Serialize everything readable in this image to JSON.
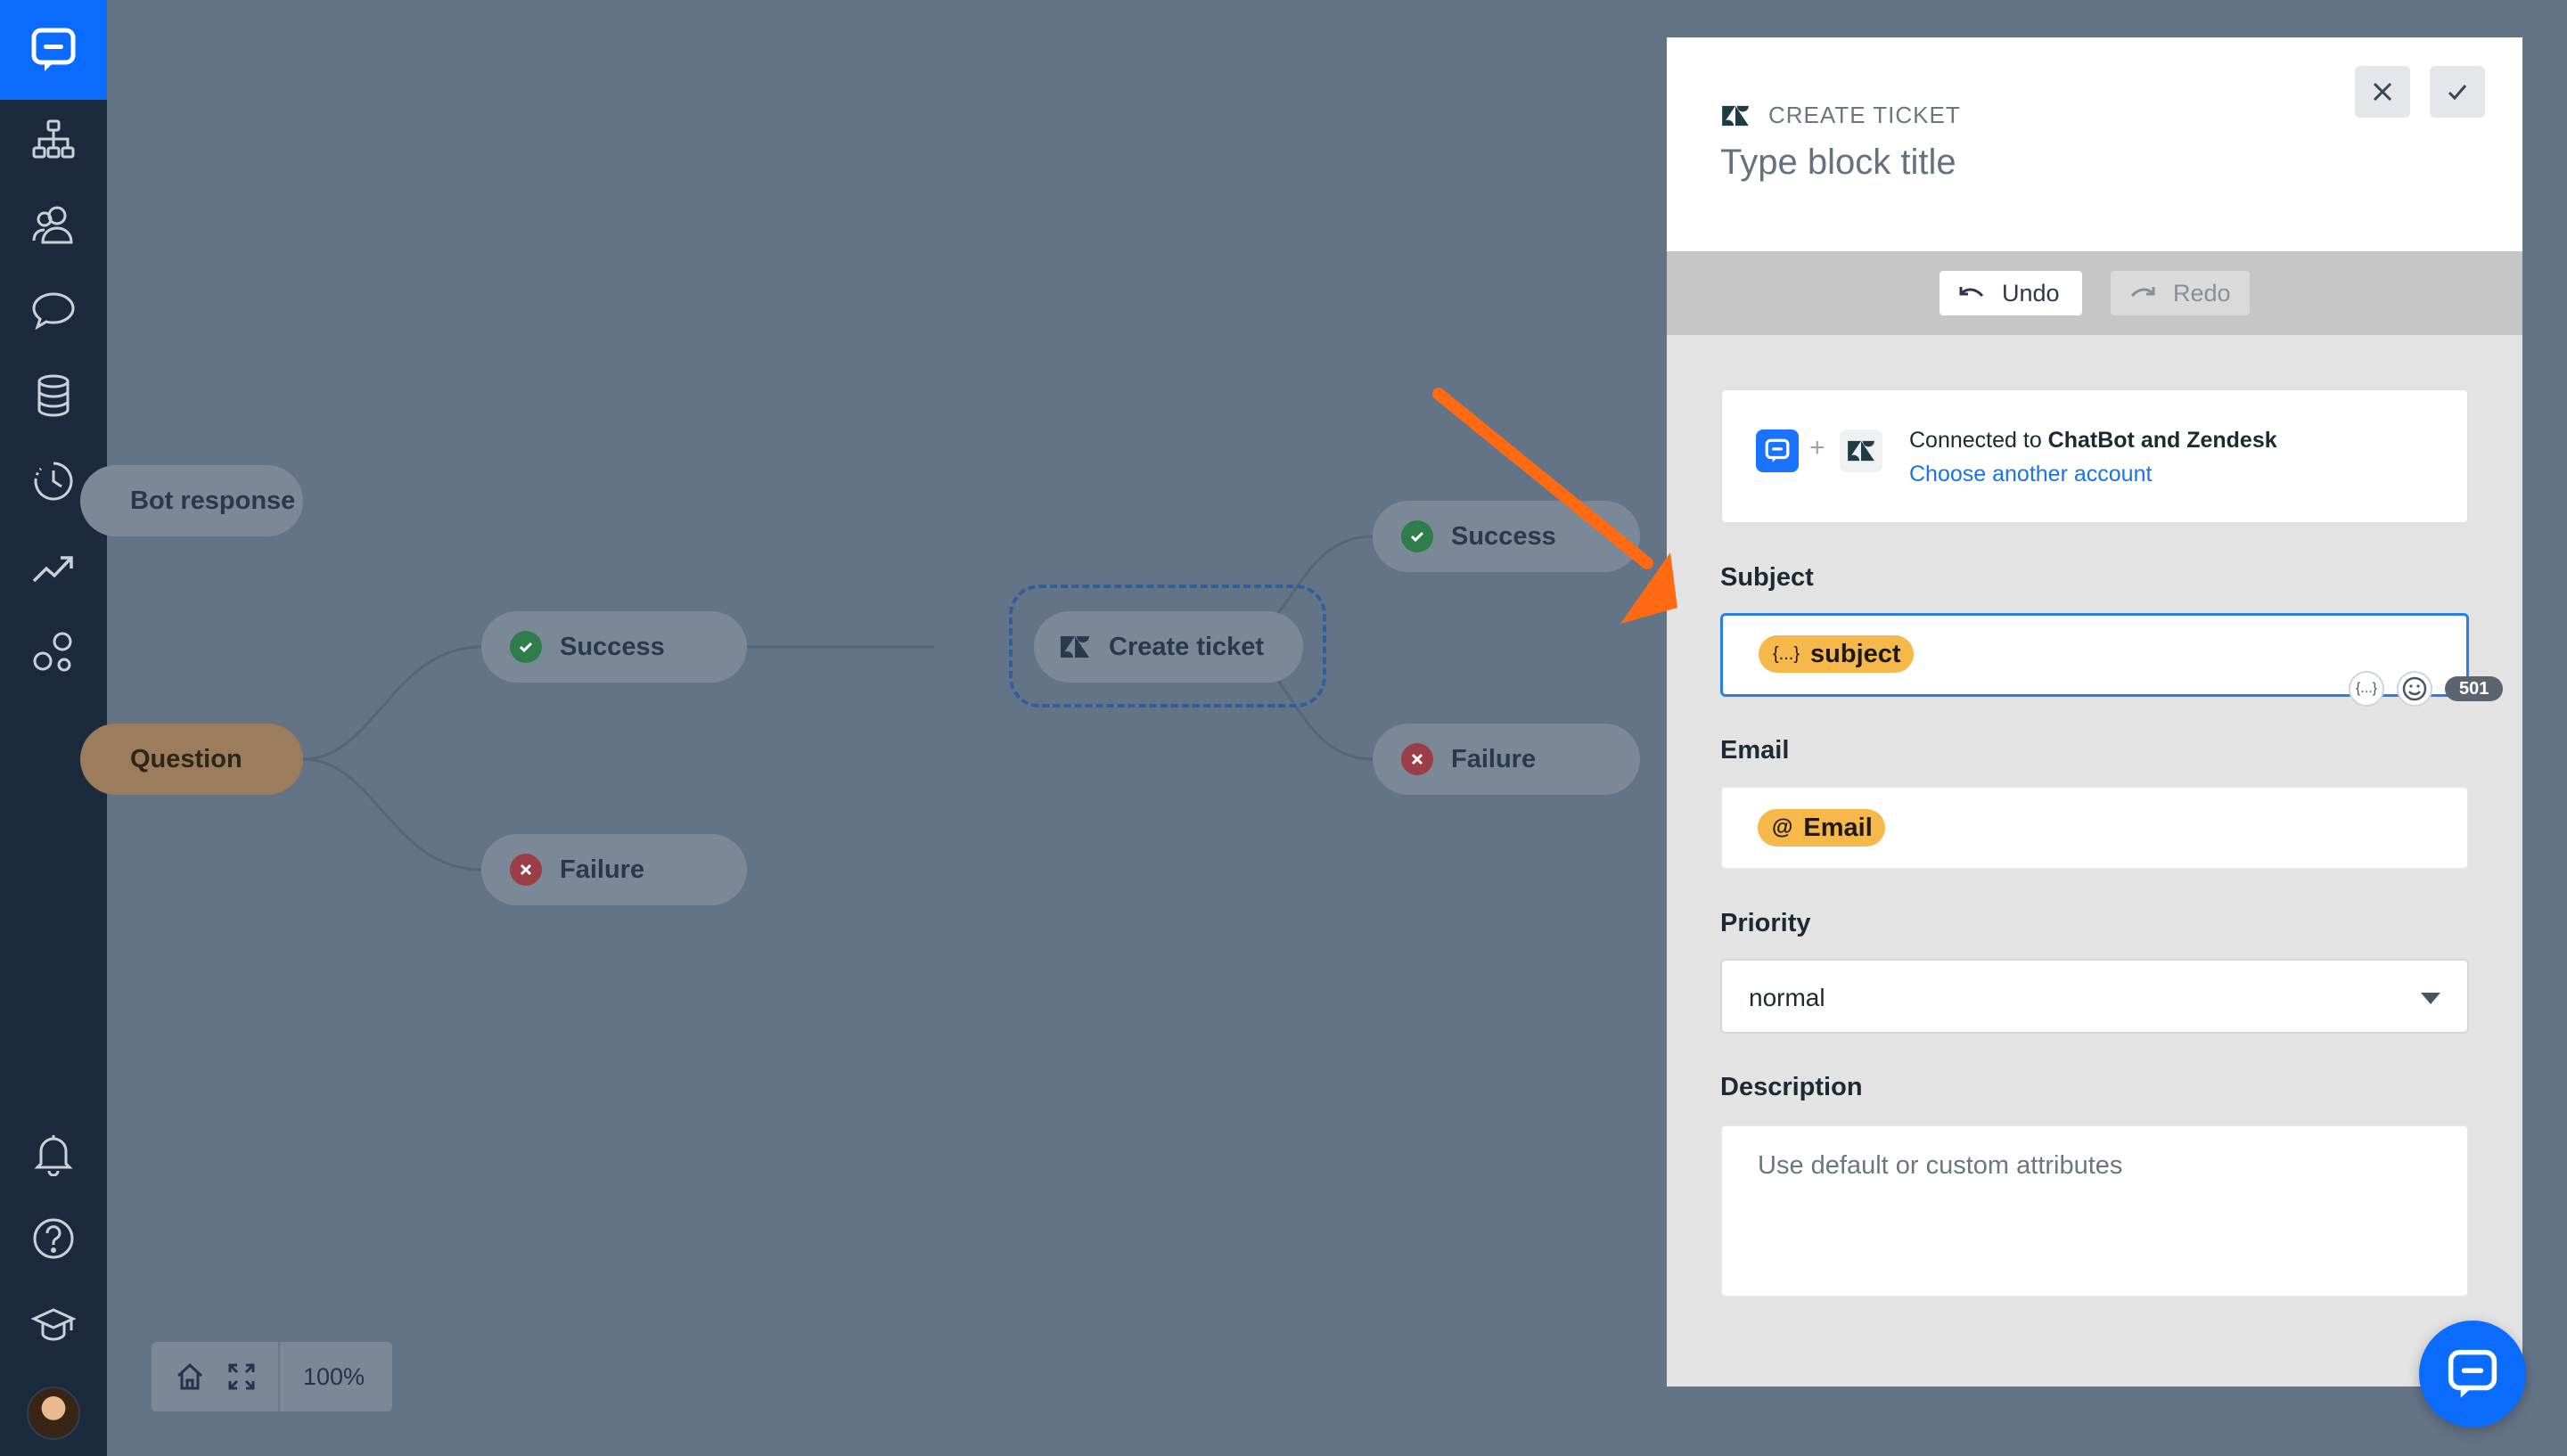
{
  "colors": {
    "brand_blue": "#0a6cff",
    "sidebar_bg": "#1b2a3d",
    "canvas_bg": "#647487",
    "chip_orange": "#f7b84b",
    "link_blue": "#1a73e8",
    "arrow_orange": "#ff6a13"
  },
  "sidebar": {
    "logo": "chatbot-logo-icon",
    "items": [
      {
        "icon": "sitemap-icon"
      },
      {
        "icon": "users-icon"
      },
      {
        "icon": "chat-bubble-icon"
      },
      {
        "icon": "database-icon"
      },
      {
        "icon": "history-clock-icon"
      },
      {
        "icon": "trend-chart-icon"
      },
      {
        "icon": "integrations-icon"
      },
      {
        "icon": "bell-icon"
      },
      {
        "icon": "help-icon"
      },
      {
        "icon": "graduation-cap-icon"
      }
    ]
  },
  "canvas": {
    "nodes": {
      "bot_response": "Bot response",
      "question": "Question",
      "success_left": "Success",
      "failure_left": "Failure",
      "create_ticket": "Create ticket",
      "success_right": "Success",
      "failure_right": "Failure"
    },
    "zoom": "100%"
  },
  "panel": {
    "header_label": "CREATE TICKET",
    "title_placeholder": "Type block title",
    "undo_label": "Undo",
    "redo_label": "Redo",
    "connection": {
      "prefix": "Connected to",
      "accounts": "ChatBot and Zendesk",
      "choose_link": "Choose another account"
    },
    "subject": {
      "label": "Subject",
      "chip_icon": "{...}",
      "chip": "subject",
      "tool_icon": "{...}",
      "char_count": "501"
    },
    "email": {
      "label": "Email",
      "chip_icon": "@",
      "chip": "Email"
    },
    "priority": {
      "label": "Priority",
      "value": "normal"
    },
    "description": {
      "label": "Description",
      "placeholder": "Use default or custom attributes"
    }
  }
}
